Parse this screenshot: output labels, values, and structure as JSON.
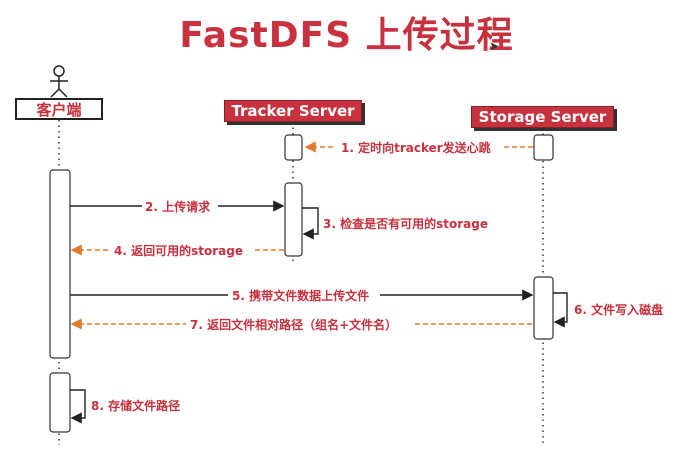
{
  "title": "FastDFS 上传过程",
  "actors": {
    "client": "客户端",
    "tracker": "Tracker Server",
    "storage": "Storage Server"
  },
  "messages": {
    "m1": "1. 定时向tracker发送心跳",
    "m2": "2. 上传请求",
    "m3": "3. 检查是否有可用的storage",
    "m4": "4. 返回可用的storage",
    "m5": "5. 携带文件数据上传文件",
    "m6": "6. 文件写入磁盘",
    "m7": "7. 返回文件相对路径（组名+文件名）",
    "m8": "8. 存储文件路径"
  },
  "colors": {
    "accent": "#c8313e",
    "return_arrow": "#e07b2c",
    "line": "#222222"
  }
}
